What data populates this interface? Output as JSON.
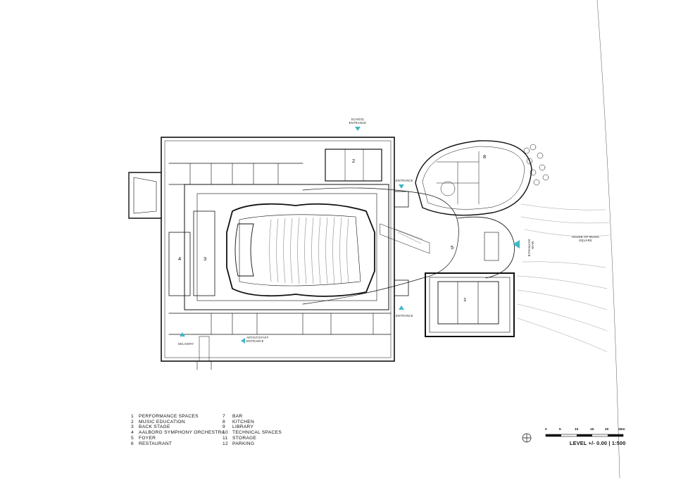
{
  "legend": [
    {
      "n": "1",
      "label": "PERFORMANCE SPACES"
    },
    {
      "n": "2",
      "label": "MUSIC EDUCATION"
    },
    {
      "n": "3",
      "label": "BACK STAGE"
    },
    {
      "n": "4",
      "label": "AALBORG SYMPHONY ORCHESTRA"
    },
    {
      "n": "5",
      "label": "FOYER"
    },
    {
      "n": "6",
      "label": "RESTAURANT"
    },
    {
      "n": "7",
      "label": "BAR"
    },
    {
      "n": "8",
      "label": "KITCHEN"
    },
    {
      "n": "9",
      "label": "LIBRARY"
    },
    {
      "n": "10",
      "label": "TECHNICAL SPACES"
    },
    {
      "n": "11",
      "label": "STORAGE"
    },
    {
      "n": "12",
      "label": "PARKING"
    }
  ],
  "plan_labels": {
    "school_entrance_1": "SCHOOL",
    "school_entrance_2": "ENTRANCE",
    "entrance_north": "ENTRANCE",
    "entrance_south": "ENTRANCE",
    "entrance_main_1": "ENTRANCE",
    "entrance_main_2": "MAIN",
    "delivery": "DELIVERY",
    "artist_staff_1": "ARTIST/STAFF",
    "artist_staff_2": "ENTRANCE",
    "square_1": "HOUSE OF MUSIC",
    "square_2": "SQUARE"
  },
  "room_numbers": {
    "r1": "1",
    "r2": "2",
    "r3": "3",
    "r4": "4",
    "r5": "5",
    "r8": "8"
  },
  "scale": {
    "ticks": [
      "0",
      "5",
      "10",
      "15",
      "20",
      "25m"
    ],
    "level_text": "LEVEL +/- 0.00 | 1:500"
  },
  "colors": {
    "accent": "#3fb8c6",
    "line": "#111111"
  },
  "icons": {
    "north_arrow": "north-arrow-icon",
    "entrance_marker": "triangle-marker-icon"
  }
}
